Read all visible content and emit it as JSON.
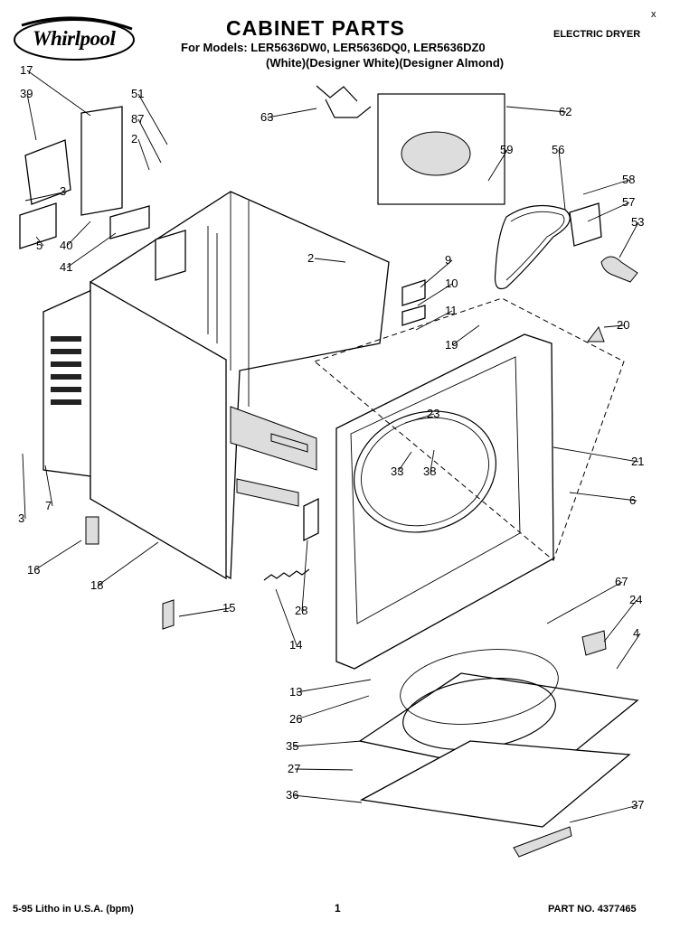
{
  "header": {
    "brand": "Whirlpool",
    "title": "CABINET PARTS",
    "corner_mark": "x",
    "product": "ELECTRIC DRYER",
    "models": "For Models: LER5636DW0, LER5636DQ0, LER5636DZ0",
    "variants": "(White)(Designer White)(Designer Almond)"
  },
  "footer": {
    "litho": "5-95 Litho in U.S.A. (bpm)",
    "page": "1",
    "part_no": "PART NO. 4377465"
  },
  "callouts": [
    "17",
    "39",
    "51",
    "87",
    "2",
    "3",
    "40",
    "41",
    "5",
    "63",
    "62",
    "59",
    "56",
    "58",
    "57",
    "53",
    "2",
    "9",
    "10",
    "11",
    "19",
    "20",
    "21",
    "6",
    "23",
    "33",
    "38",
    "3",
    "7",
    "16",
    "18",
    "15",
    "28",
    "14",
    "67",
    "24",
    "4",
    "13",
    "26",
    "35",
    "27",
    "36",
    "37"
  ]
}
